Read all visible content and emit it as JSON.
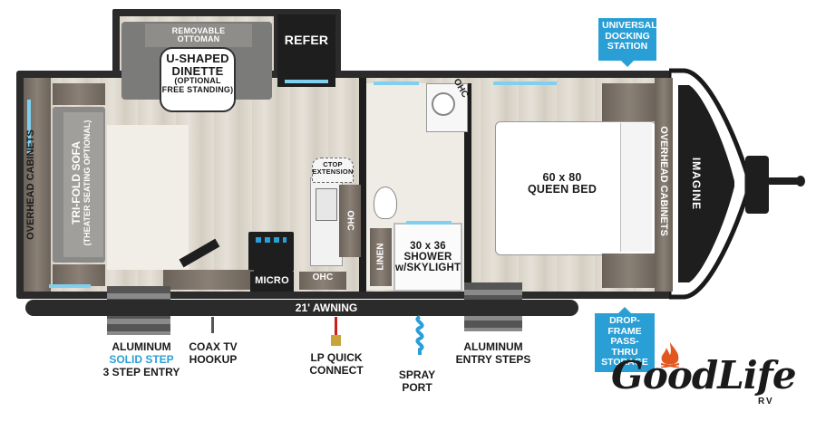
{
  "rooms": {
    "refer": "REFER",
    "ottoman_line1": "REMOVABLE",
    "ottoman_line2": "OTTOMAN",
    "dinette_line1": "U-SHAPED",
    "dinette_line2": "DINETTE",
    "dinette_line3": "(OPTIONAL",
    "dinette_line4": "FREE STANDING)",
    "ohc_top": "OHC",
    "overhead_left": "OVERHEAD CABINETS",
    "sofa_line1": "TRI-FOLD SOFA",
    "sofa_line2": "(THEATER SEATING OPTIONAL)",
    "ctop_line1": "CTOP",
    "ctop_line2": "EXTENSION",
    "ohc_mid": "OHC",
    "micro": "MICRO",
    "ohc_bottom": "OHC",
    "linen": "LINEN",
    "shower_line1": "30 x 36",
    "shower_line2": "SHOWER",
    "shower_line3": "w/SKYLIGHT",
    "bed_line1": "60 x 80",
    "bed_line2": "QUEEN BED",
    "overhead_right": "OVERHEAD CABINETS",
    "brand_model": "IMAGINE",
    "awning": "21' AWNING"
  },
  "badges": {
    "docking_line1": "UNIVERSAL",
    "docking_line2": "DOCKING",
    "docking_line3": "STATION",
    "storage_line1": "DROP-FRAME",
    "storage_line2": "PASS-THRU",
    "storage_line3": "STORAGE"
  },
  "callouts": {
    "step_line1": "ALUMINUM",
    "step_line2": "SOLID STEP",
    "step_line3": "3 STEP ENTRY",
    "coax_line1": "COAX TV",
    "coax_line2": "HOOKUP",
    "lp_line1": "LP QUICK",
    "lp_line2": "CONNECT",
    "spray_line1": "SPRAY",
    "spray_line2": "PORT",
    "entry_line1": "ALUMINUM",
    "entry_line2": "ENTRY STEPS"
  },
  "logo": {
    "name": "GoodLife",
    "suffix": "RV"
  },
  "colors": {
    "accent_blue": "#2a9fd6",
    "wall_dark": "#2b2b2b",
    "floor": "#ddd7cc",
    "lp_red": "#cc1f1f",
    "logo_orange": "#e2571e"
  }
}
